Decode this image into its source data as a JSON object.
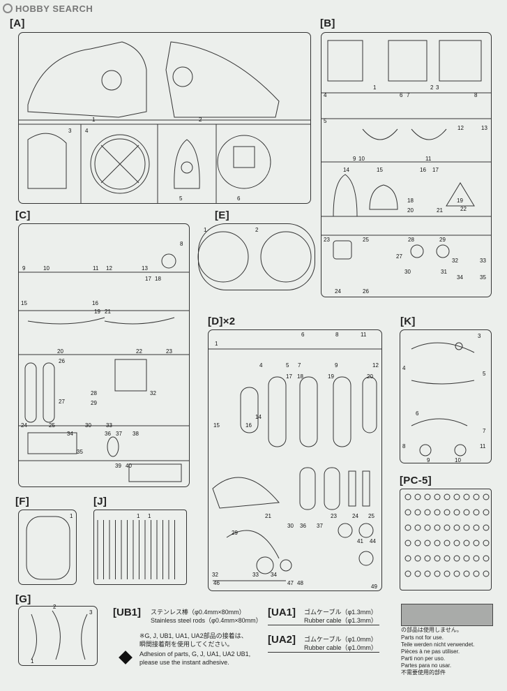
{
  "site": {
    "logo": "HOBBY SEARCH"
  },
  "sections": {
    "A": {
      "label": "[A]",
      "parts": [
        "1",
        "2",
        "3",
        "4",
        "5",
        "6"
      ]
    },
    "B": {
      "label": "[B]",
      "parts": [
        "1",
        "2",
        "3",
        "4",
        "5",
        "6",
        "7",
        "8",
        "9",
        "10",
        "11",
        "12",
        "13",
        "14",
        "15",
        "16",
        "17",
        "18",
        "19",
        "20",
        "21",
        "22",
        "23",
        "24",
        "25",
        "26",
        "27",
        "28",
        "29",
        "30",
        "31",
        "32",
        "33",
        "34",
        "35"
      ]
    },
    "C": {
      "label": "[C]"
    },
    "E": {
      "label": "[E]"
    },
    "D": {
      "label": "[D]×2"
    },
    "K": {
      "label": "[K]"
    },
    "PC5": {
      "label": "[PC-5]"
    },
    "F": {
      "label": "[F]"
    },
    "J": {
      "label": "[J]"
    },
    "G": {
      "label": "[G]"
    }
  },
  "ub1": {
    "code": "[UB1]",
    "jp": "ステンレス棒（φ0.4mm×80mm）",
    "en": "Stainless steel rods（φ0.4mm×80mm）"
  },
  "ua1": {
    "code": "[UA1]",
    "jp": "ゴムケーブル（φ1.3mm）",
    "en": "Rubber cable（φ1.3mm）"
  },
  "ua2": {
    "code": "[UA2]",
    "jp": "ゴムケーブル（φ1.0mm）",
    "en": "Rubber cable（φ1.0mm）"
  },
  "adhesive": {
    "jp1": "※G, J, UB1, UA1, UA2部品の接着は、",
    "jp2": "瞬間接着剤を使用してください。",
    "en1": "Adhesion of parts, G, J, UA1, UA2 UB1,",
    "en2": "please use the instant adhesive."
  },
  "notuse": {
    "jp": "の部品は使用しません。",
    "de": "Parts not for use.",
    "l2": "Teile werden nicht verwendet.",
    "l3": "Pièces à ne pas utiliser.",
    "l4": "Parti non per uso.",
    "l5": "Partes para no usar.",
    "l6": "不需要使用的部件"
  },
  "colors": {
    "paper": "#ecefec",
    "line": "#333333",
    "unused": "#a9aba9"
  }
}
